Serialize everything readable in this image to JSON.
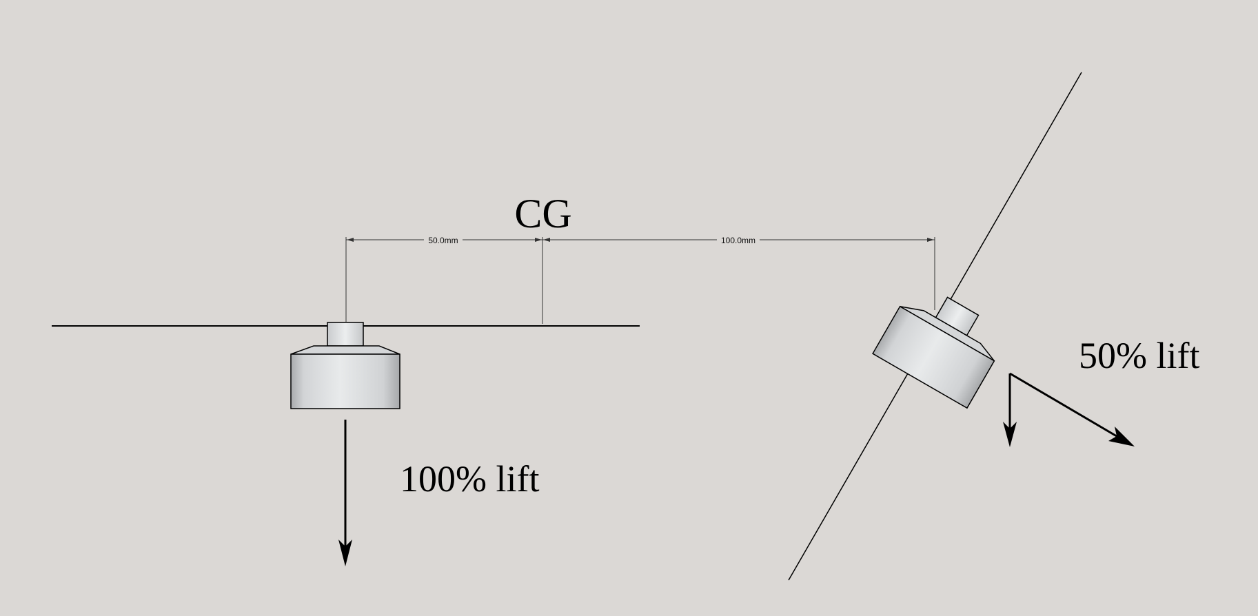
{
  "labels": {
    "cg": "CG",
    "dim_left": "50.0mm",
    "dim_right": "100.0mm",
    "lift_full": "100% lift",
    "lift_half": "50% lift"
  },
  "colors": {
    "background": "#dbd8d5",
    "line": "#000000",
    "dimension_line": "#333333",
    "body_light": "#e6e8e9",
    "body_shade": "#a9abad"
  }
}
